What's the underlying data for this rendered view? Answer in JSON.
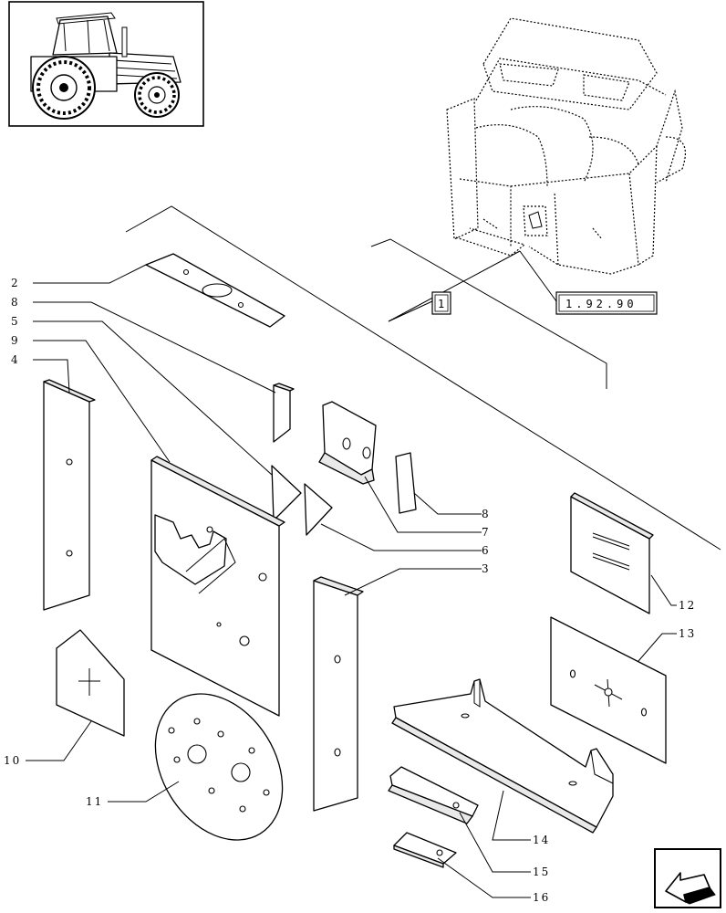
{
  "callouts": {
    "c2": "2",
    "c8a": "8",
    "c5": "5",
    "c9": "9",
    "c4": "4",
    "c8b": "8",
    "c7": "7",
    "c6": "6",
    "c3": "3",
    "c12": "12",
    "c13": "13",
    "c10": "10",
    "c11": "11",
    "c14": "14",
    "c15": "15",
    "c16": "16"
  },
  "refs": {
    "box_label": "1",
    "cab_ref": "1.92.90"
  },
  "icons": {
    "thumbnail": "tractor-thumbnail-icon",
    "cab": "cab-frame-illustration",
    "navigation": "next-page-arrow-icon"
  }
}
